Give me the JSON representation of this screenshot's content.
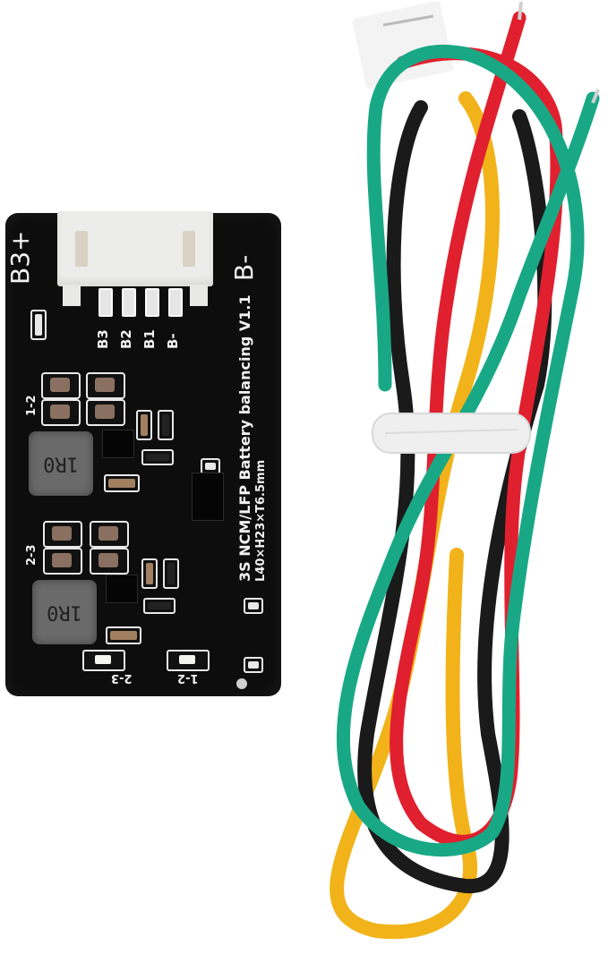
{
  "image": {
    "description": "3S NCM/LFP battery balancing board with 4-wire JST cable",
    "background": "#ffffff"
  },
  "board": {
    "title_line1": "3S NCM/LFP Battery balancing V1.1",
    "title_line2": "L40×H23×T6.5mm",
    "label_b3_plus": "B3+",
    "label_b_minus": "B-",
    "pin_labels": [
      "B3",
      "B2",
      "B1",
      "B-"
    ],
    "section_labels": [
      "1-2",
      "2-3"
    ],
    "inductor_marking": "1R0",
    "led_labels": [
      "2-3",
      "1-2"
    ],
    "pcb_color": "#0d0d0d",
    "silkscreen_color": "#f2f2f2"
  },
  "cable": {
    "wire_colors": {
      "red": "#e0202e",
      "green": "#19a886",
      "black": "#1a1a1a",
      "yellow": "#f2b31a"
    },
    "tie_color": "#efefef",
    "connector_color": "#f2f2f2"
  }
}
